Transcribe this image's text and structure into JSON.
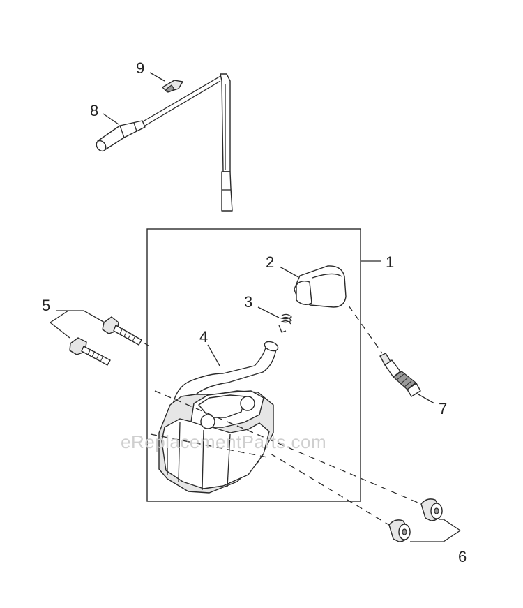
{
  "watermark": "eReplacementParts.com",
  "callouts": [
    {
      "id": "1",
      "label": "1"
    },
    {
      "id": "2",
      "label": "2"
    },
    {
      "id": "3",
      "label": "3"
    },
    {
      "id": "4",
      "label": "4"
    },
    {
      "id": "5",
      "label": "5"
    },
    {
      "id": "6",
      "label": "6"
    },
    {
      "id": "7",
      "label": "7"
    },
    {
      "id": "8",
      "label": "8"
    },
    {
      "id": "9",
      "label": "9"
    }
  ]
}
